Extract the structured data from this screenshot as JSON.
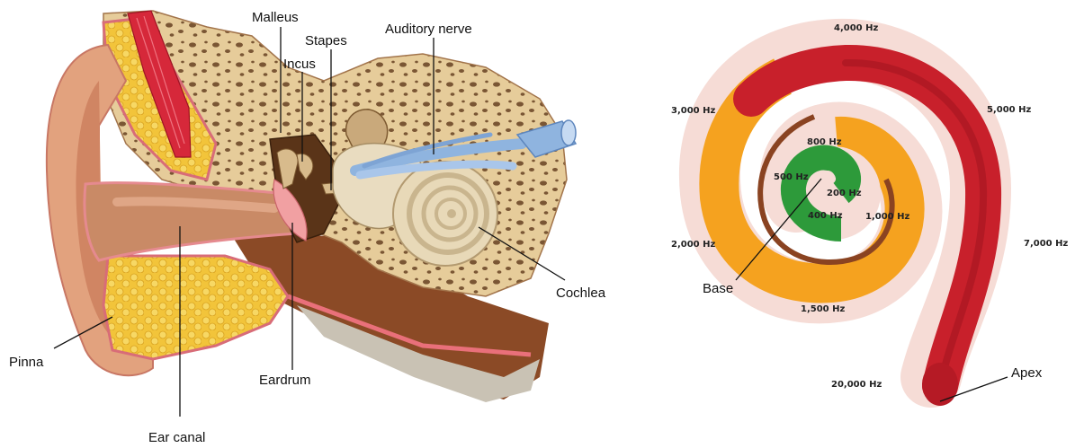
{
  "ear_diagram": {
    "labels": {
      "malleus": "Malleus",
      "stapes": "Stapes",
      "incus": "Incus",
      "auditory_nerve": "Auditory nerve",
      "cochlea": "Cochlea",
      "eardrum": "Eardrum",
      "pinna": "Pinna",
      "ear_canal": "Ear canal"
    }
  },
  "cochlea_diagram": {
    "frequencies": {
      "f4000": "4,000 Hz",
      "f3000": "3,000 Hz",
      "f5000": "5,000 Hz",
      "f800": "800 Hz",
      "f500": "500 Hz",
      "f200": "200 Hz",
      "f400": "400 Hz",
      "f1000": "1,000 Hz",
      "f2000": "2,000 Hz",
      "f7000": "7,000 Hz",
      "f1500": "1,500 Hz",
      "f20000": "20,000 Hz"
    },
    "labels": {
      "base": "Base",
      "apex": "Apex"
    },
    "colors": {
      "outer_band": "#c8202b",
      "middle_band": "#f5a21f",
      "inner_band": "#2d9a3a",
      "halo": "#f6dcd6"
    }
  }
}
